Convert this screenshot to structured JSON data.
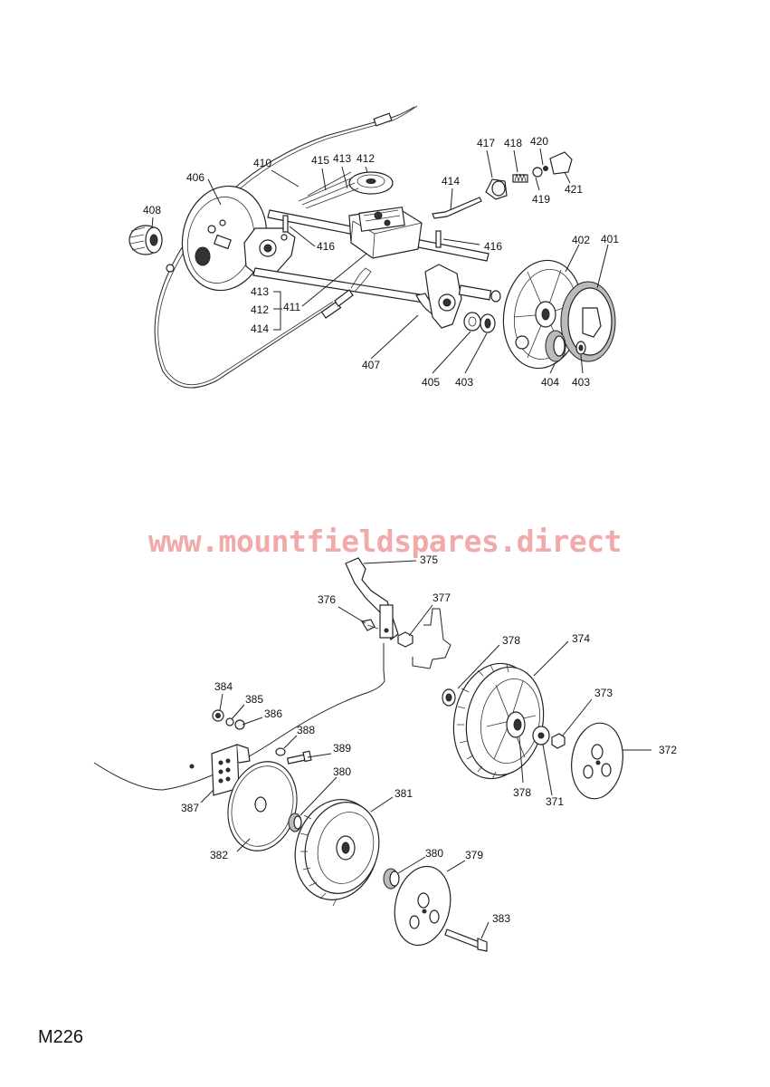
{
  "watermark": "www.mountfieldspares.direct",
  "page_ref": "M226",
  "labels": {
    "p401": "401",
    "p402": "402",
    "p403a": "403",
    "p403b": "403",
    "p404": "404",
    "p405": "405",
    "p406": "406",
    "p407": "407",
    "p408": "408",
    "p410": "410",
    "p411": "411",
    "p412a": "412",
    "p412b": "412",
    "p413a": "413",
    "p413b": "413",
    "p414a": "414",
    "p414b": "414",
    "p415": "415",
    "p416a": "416",
    "p416b": "416",
    "p417": "417",
    "p418": "418",
    "p419": "419",
    "p420": "420",
    "p421": "421",
    "p371": "371",
    "p372": "372",
    "p373": "373",
    "p374": "374",
    "p375": "375",
    "p376": "376",
    "p377": "377",
    "p378a": "378",
    "p378b": "378",
    "p379": "379",
    "p380a": "380",
    "p380b": "380",
    "p381": "381",
    "p382": "382",
    "p383": "383",
    "p384": "384",
    "p385": "385",
    "p386": "386",
    "p387": "387",
    "p388": "388",
    "p389": "389"
  }
}
